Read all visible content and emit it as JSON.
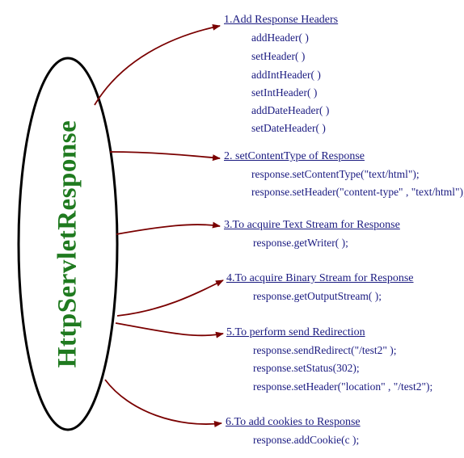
{
  "diagram": {
    "center_label": "HttpServletResponse",
    "colors": {
      "ellipse_stroke": "#000000",
      "center_label": "#1f7a1f",
      "arrow": "#7a0000",
      "text": "#1a1a80"
    },
    "branches": [
      {
        "title": "1.Add Response Headers",
        "items": [
          "addHeader( )",
          "setHeader( )",
          "addIntHeader( )",
          "setIntHeader( )",
          "addDateHeader( )",
          "setDateHeader( )"
        ]
      },
      {
        "title": "2. setContentType of Response",
        "items": [
          "response.setContentType(\"text/html\");",
          "response.setHeader(\"content-type\" , \"text/html\");"
        ]
      },
      {
        "title": "3.To acquire Text Stream for Response",
        "items": [
          "response.getWriter( );"
        ]
      },
      {
        "title": "4.To acquire Binary Stream for Response",
        "items": [
          "response.getOutputStream( );"
        ]
      },
      {
        "title": "5.To perform send Redirection",
        "items": [
          "response.sendRedirect(\"/test2\" );",
          "response.setStatus(302);",
          "response.setHeader(\"location\" , \"/test2\");"
        ]
      },
      {
        "title": "6.To add cookies to Response",
        "items": [
          "response.addCookie(c );"
        ]
      }
    ]
  }
}
